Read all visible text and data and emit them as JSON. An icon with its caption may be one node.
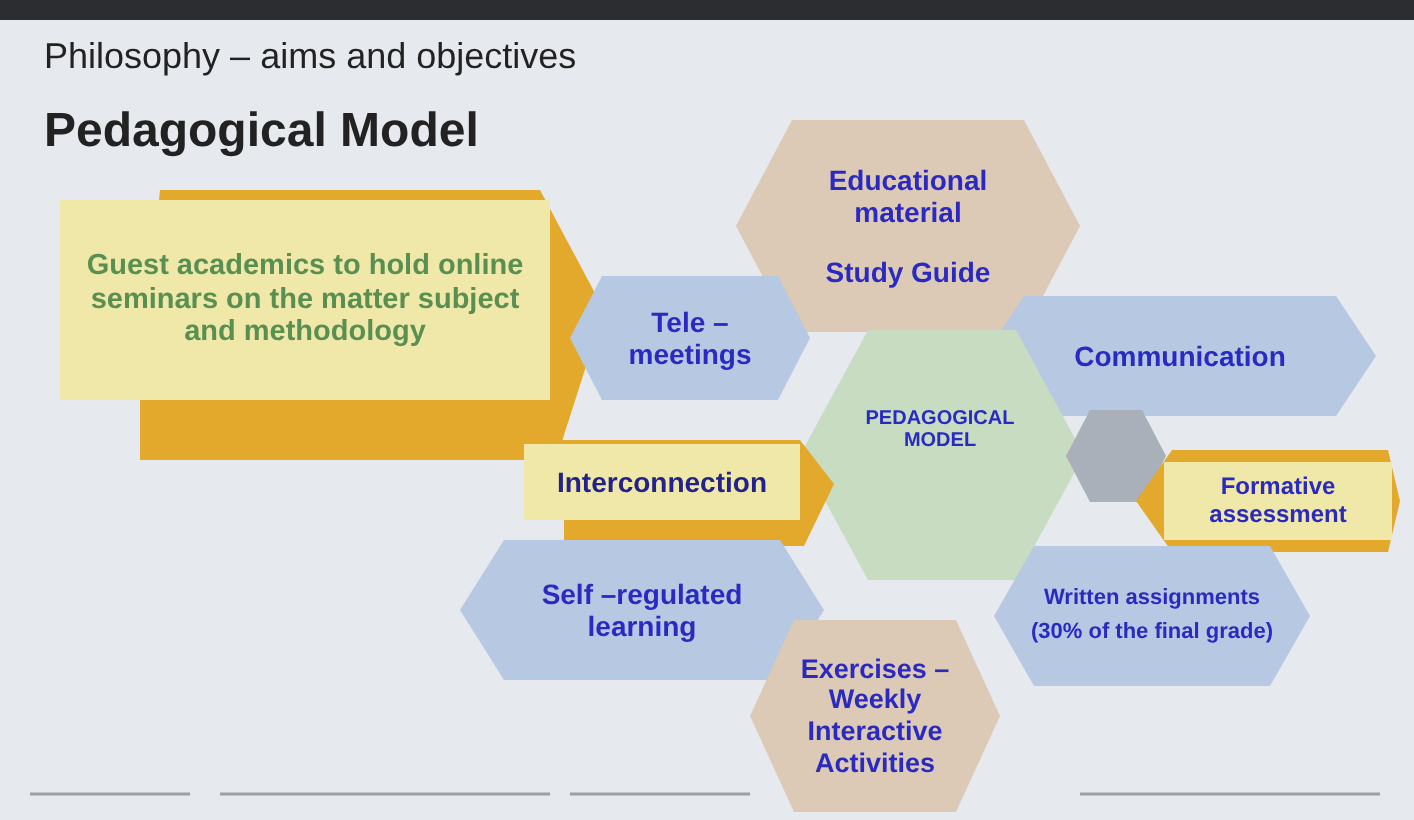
{
  "diagram": {
    "title": "Philosophy – aims and objectives",
    "nodes": [
      {
        "text": [
          "Guest academics to hold online seminars on the matter subject and methodology"
        ]
      },
      {
        "text": [
          "Educational material",
          "Study Guide"
        ]
      },
      {
        "text": [
          "Tele – meetings"
        ]
      },
      {
        "text": [
          "Communication"
        ]
      },
      {
        "text": [
          "PEDAGOGICAL MODEL"
        ]
      },
      {
        "text": [
          "Interconnection"
        ]
      },
      {
        "text": [],
        "shape": "hexagon"
      },
      {
        "text": [
          "Formative assessment"
        ]
      },
      {
        "text": [
          "Self –regulated learning"
        ]
      },
      {
        "text": [
          "Written assignments",
          "(30% of the final grade)"
        ]
      },
      {
        "text": [
          "Exercises – Weekly Interactive Activities"
        ]
      }
    ],
    "edges": [],
    "labels": [
      "Pedagogical Model"
    ]
  }
}
